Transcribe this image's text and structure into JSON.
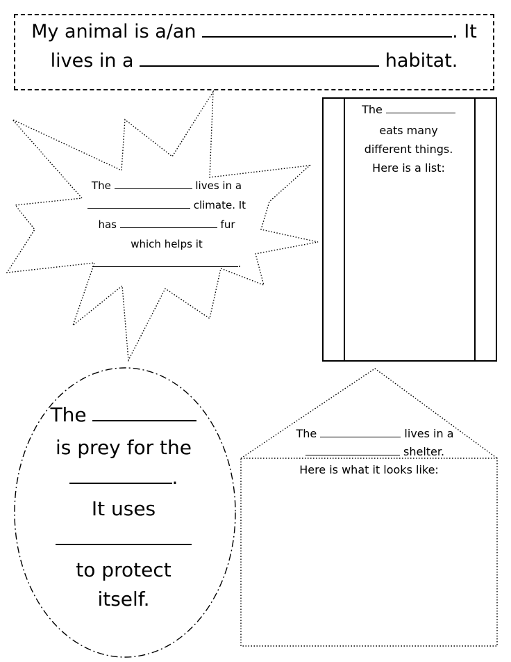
{
  "header": {
    "line1_a": "My animal is a/an",
    "line1_b": ".  It",
    "line2_a": "lives in a",
    "line2_b": "habitat."
  },
  "climate_star": {
    "l1_a": "The",
    "l1_b": "lives in a",
    "l2_b": "climate.  It",
    "l3_a": "has",
    "l3_b": "fur",
    "l4": "which helps it",
    "l5_end": "."
  },
  "food_list": {
    "l1": "The",
    "l2": "eats many",
    "l3": "different things.",
    "l4": "Here is a list:"
  },
  "prey_oval": {
    "l1": "The",
    "l2": "is prey for the",
    "l3_end": ".",
    "l4": "It uses",
    "l6": "to protect",
    "l7": "itself."
  },
  "shelter_house": {
    "l1_a": "The",
    "l1_b": "lives in a",
    "l2_b": "shelter.",
    "l3": "Here is what it looks like:"
  }
}
